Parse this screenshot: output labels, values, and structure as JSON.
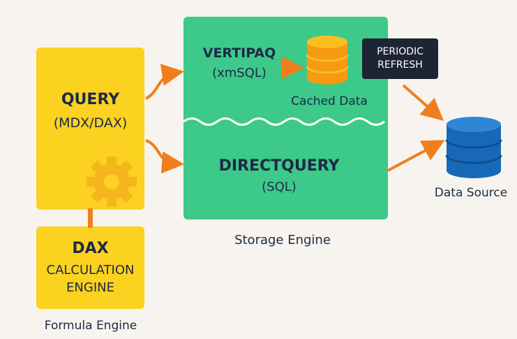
{
  "formula_engine": {
    "query_title": "QUERY",
    "query_sub": "(MDX/DAX)",
    "dax_title": "DAX",
    "dax_sub": "CALCULATION\nENGINE",
    "caption": "Formula Engine"
  },
  "storage_engine": {
    "vertipaq_title": "VERTIPAQ",
    "vertipaq_sub": "(xmSQL)",
    "cache_label": "Cached Data",
    "directquery_title": "DIRECTQUERY",
    "directquery_sub": "(SQL)",
    "caption": "Storage Engine"
  },
  "refresh_label": "PERIODIC\nREFRESH",
  "data_source_label": "Data Source",
  "colors": {
    "formula": "#fbd21f",
    "storage": "#3dc98a",
    "arrow": "#f07f1b",
    "cache": "#f59a12",
    "source": "#1769b8",
    "refresh_bg": "#1d2433"
  },
  "icons": [
    "gear-icon",
    "cache-database-icon",
    "data-source-database-icon"
  ]
}
